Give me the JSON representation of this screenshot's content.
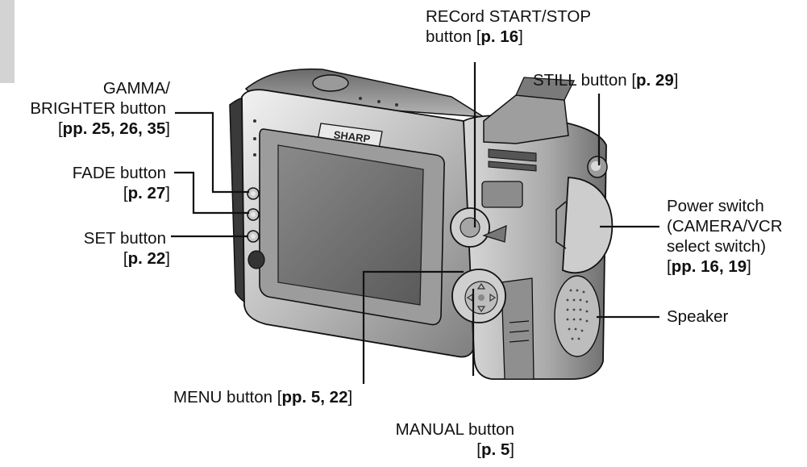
{
  "labels": {
    "record": {
      "line1": "RECord START/STOP",
      "line2_text": "button [",
      "line2_ref": "p. 16",
      "line2_end": "]"
    },
    "still": {
      "text": "STILL button [",
      "ref": "p. 29",
      "end": "]"
    },
    "gamma": {
      "line1": "GAMMA/",
      "line2": "BRIGHTER button",
      "open": "[",
      "ref": "pp. 25, 26, 35",
      "close": "]"
    },
    "fade": {
      "line1": "FADE button",
      "open": "[",
      "ref": "p. 27",
      "close": "]"
    },
    "set": {
      "line1": "SET button",
      "open": "[",
      "ref": "p. 22",
      "close": "]"
    },
    "power": {
      "line1": "Power switch",
      "line2": "(CAMERA/VCR",
      "line3": "select switch)",
      "open": "[",
      "ref": "pp. 16, 19",
      "close": "]"
    },
    "speaker": {
      "text": "Speaker"
    },
    "menu": {
      "text": "MENU button [",
      "ref": "pp. 5, 22",
      "end": "]"
    },
    "manual": {
      "line1": "MANUAL button",
      "open": "[",
      "ref": "p. 5",
      "close": "]"
    }
  },
  "camera": {
    "brand": "SHARP"
  },
  "colors": {
    "body_light": "#d4d4d4",
    "body_dark": "#4a4a4a",
    "screen": "#6d6d6d",
    "leader": "#111111",
    "tab": "#d3d3d3"
  }
}
